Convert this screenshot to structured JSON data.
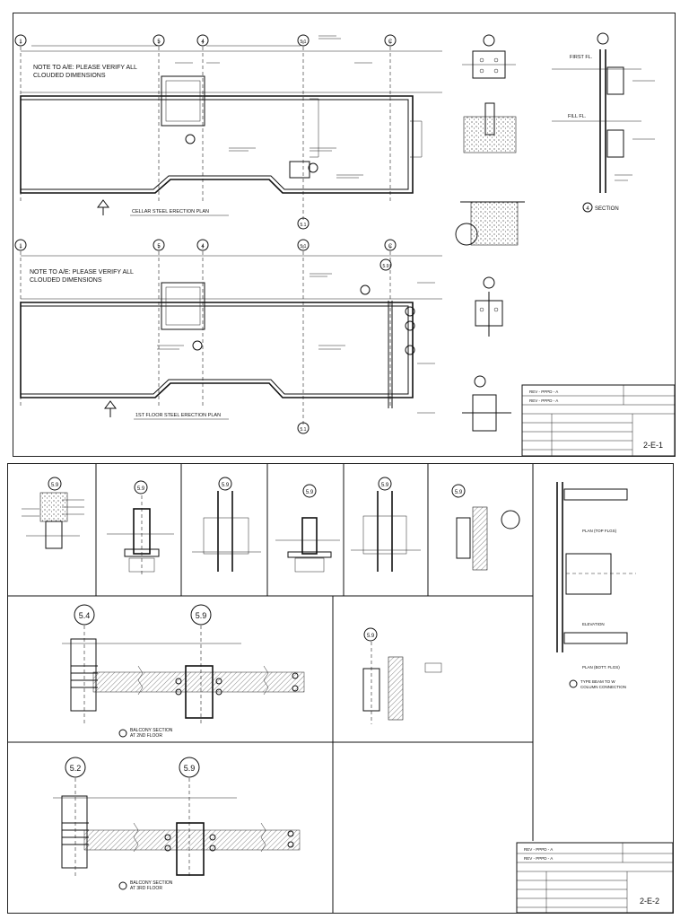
{
  "sheet1": {
    "note": [
      "NOTE TO A/E: PLEASE VERIFY ALL",
      "CLOUDED DIMENSIONS"
    ],
    "grid_bubbles": [
      "1",
      "5",
      "4",
      "5.1",
      "C"
    ],
    "plan_top_title": "CELLAR STEEL ERECTION PLAN",
    "plan_bottom_title": "1ST FLOOR STEEL ERECTION PLAN",
    "section_bubble_bottom": "5.1",
    "section_title": "SECTION",
    "section_num": "4",
    "det_bubble": "5.9",
    "labels_right": [
      "FIRST FL.",
      "FILL FL."
    ],
    "title_block": {
      "revisions": [
        "REV - PPPD - A",
        "REV - PPPD - A"
      ],
      "sheet_number": "2-E-1"
    }
  },
  "sheet2": {
    "detail_bubbles": [
      "5.9",
      "5.9",
      "5.9",
      "5.9",
      "5.9",
      "5.9"
    ],
    "balcony_top_bubbles": [
      "5.4",
      "5.9"
    ],
    "balcony_bottom_bubbles": [
      "5.2",
      "5.9"
    ],
    "balcony_top_title": [
      "BALCONY SECTION",
      "AT 2ND FLOOR"
    ],
    "balcony_bottom_title": [
      "BALCONY SECTION",
      "AT 3RD FLOOR"
    ],
    "mid_bubble": "5.9",
    "right_labels": [
      "PLAN (TOP FLGS)",
      "ELEVATION",
      "PLAN (BOTT. FLGS)",
      "TYPE BEAM TO W",
      "COLUMN CONNECTION"
    ],
    "title_block": {
      "revisions": [
        "REV - PPPD - A",
        "REV - PPPD - A"
      ],
      "sheet_number": "2-E-2"
    }
  }
}
